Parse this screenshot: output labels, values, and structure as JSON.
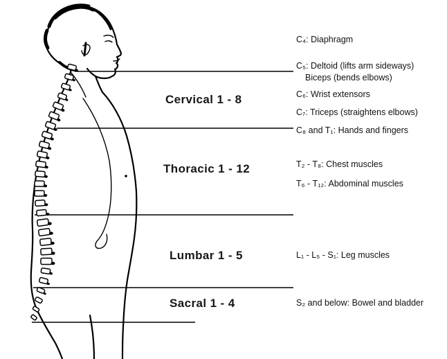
{
  "colors": {
    "ink": "#000000",
    "background": "#ffffff"
  },
  "regions": [
    {
      "label": "Cervical 1 - 8"
    },
    {
      "label": "Thoracic 1 - 12"
    },
    {
      "label": "Lumbar 1 - 5"
    },
    {
      "label": "Sacral 1 - 4"
    }
  ],
  "annotations": [
    {
      "text": "C₄: Diaphragm"
    },
    {
      "text": "C₅: Deltoid (lifts arm sideways)"
    },
    {
      "text": "Biceps (bends elbows)"
    },
    {
      "text": "C₆: Wrist extensors"
    },
    {
      "text": "C₇: Triceps (straightens elbows)"
    },
    {
      "text": "C₈ and T₁: Hands and fingers"
    },
    {
      "text": "T₂ - T₈: Chest muscles"
    },
    {
      "text": "T₆ - T₁₂: Abdominal muscles"
    },
    {
      "text": "L₁ - L₅ - S₁: Leg muscles"
    },
    {
      "text": "S₂ and below: Bowel and bladder"
    }
  ]
}
